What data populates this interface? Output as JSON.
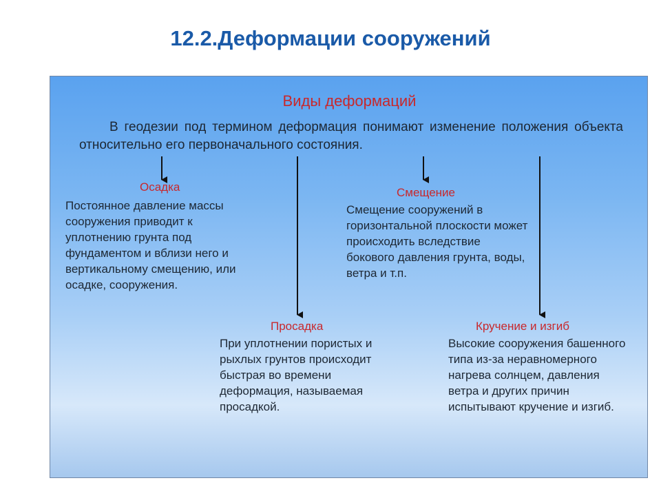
{
  "slide": {
    "title": "12.2.Деформации сооружений"
  },
  "panel": {
    "heading": "Виды деформаций",
    "intro": "В геодезии под термином деформация понимают изменение положения объекта относительно его первоначального состояния."
  },
  "types": [
    {
      "name": "Осадка",
      "description": "Постоянное давление массы сооружения приводит к уплотнению грунта под фундаментом и вблизи него и вертикальному смещению, или осадке, сооружения."
    },
    {
      "name": "Смещение",
      "description": "Смещение сооружений в горизонтальной плоскости может происходить вследствие бокового давления грунта, воды, ветра и т.п."
    },
    {
      "name": "Просадка",
      "description": "При уплотнении пористых и рыхлых грунтов происходит быстрая во времени деформация, называемая просадкой."
    },
    {
      "name": "Кручение и изгиб",
      "description": "Высокие сооружения башенного типа из-за неравномерного нагрева солнцем, давления ветра и других причин испытывают кручение и изгиб."
    }
  ],
  "colors": {
    "title": "#1a5aa8",
    "label": "#c8282c",
    "text": "#1d2733",
    "arrow": "#111111"
  }
}
